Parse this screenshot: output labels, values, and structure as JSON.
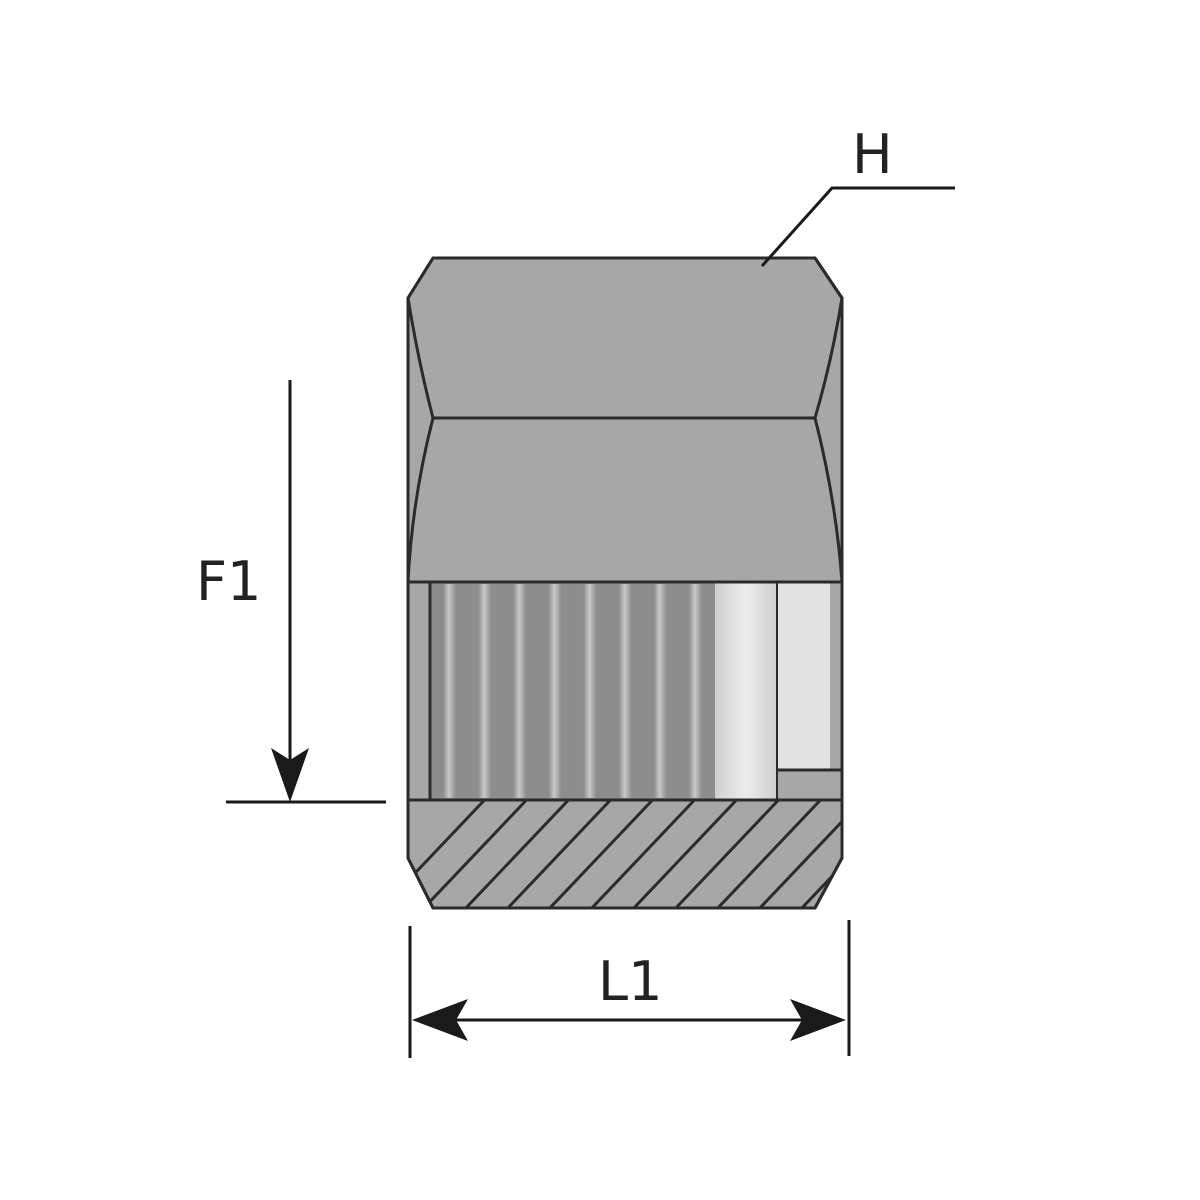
{
  "labels": {
    "hex_width": "H",
    "thread": "F1",
    "length": "L1"
  },
  "colors": {
    "body": "#a7a7a7",
    "outline": "#2b2b2b",
    "thread_dark": "#8d8d8d",
    "thread_light": "#c4c4c4",
    "relief_groove": "#d0d0d0",
    "bore": "#e2e2e2",
    "dimension_line": "#1a1a1a"
  }
}
